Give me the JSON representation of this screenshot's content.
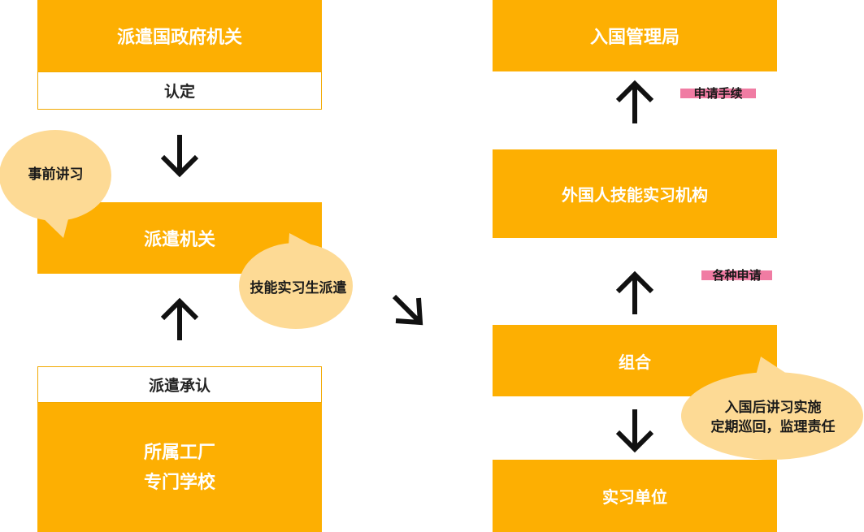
{
  "left": {
    "dispatch_gov": "派遣国政府机关",
    "certify": "认定",
    "pre_training": "事前讲习",
    "dispatch_agency": "派遣机关",
    "dispatch_trainee": "技能实习生派遣",
    "dispatch_approval": "派遣承认",
    "factory_school": "所属工厂\n专门学校"
  },
  "right": {
    "immigration": "入国管理局",
    "apply_procedure": "申请手续",
    "foreign_org": "外国人技能实习机构",
    "various_apply": "各种申请",
    "union": "组合",
    "post_entry": "入国后讲习实施\n定期巡回，监理责任",
    "training_unit": "实习单位"
  },
  "colors": {
    "box": "#FDAF02",
    "bubble": "#FDDA95",
    "tag": "#F07CA3",
    "arrow": "#111111"
  }
}
